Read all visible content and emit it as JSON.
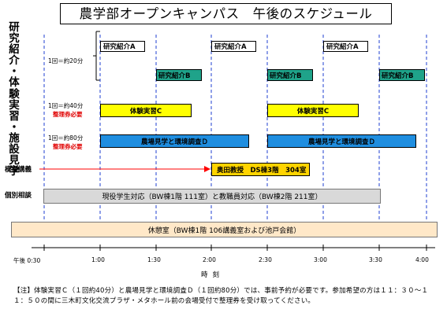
{
  "title": "農学部オープンキャンパス　午後のスケジュール",
  "side_label": [
    "研",
    "究",
    "紹",
    "介",
    "・",
    "体",
    "験",
    "実",
    "習",
    "・",
    "施",
    "設",
    "見",
    "学"
  ],
  "rows": {
    "per20": "1回＝約20分",
    "per40": "1回＝約40分",
    "per80": "1回＝約80分",
    "ticket_required": "整理券必要",
    "mock_lecture": "模擬講義",
    "consultation": "個別相談"
  },
  "boxes": {
    "intro_a": "研究紹介A",
    "intro_b": "研究紹介B",
    "exp_c": "体験実習C",
    "farm_d": "農場見学と環境調査Ｄ",
    "mock": "奥田教授　DS棟3階　304室",
    "consult": "現役学生対応（BW棟1階 111室）と教職員対応（BW棟2階 211室）",
    "rest": "休憩室（BW棟1階 106講義室および池戸会館）"
  },
  "axis": {
    "ticks": [
      "午後 0:30",
      "1:00",
      "1:30",
      "2:00",
      "2:30",
      "3:00",
      "3:30",
      "4:00"
    ],
    "label": "時刻"
  },
  "footnote": "【注】体験実習Ｃ（１回約40分）と農場見学と環境調査Ｄ（１回約80分）では、事前予約が必要です。参加希望の方は１１：３０～１１：５０の間に三木町文化交流プラザ・メタホール前の会場受付で整理券を受け取ってください。",
  "colors": {
    "intro_b": "#1fa38a",
    "exp_c": "#ffff00",
    "farm_d": "#1f8ee0",
    "mock": "#ffd400",
    "arrow": "#ff0000",
    "guides": "#1f3fd0"
  }
}
